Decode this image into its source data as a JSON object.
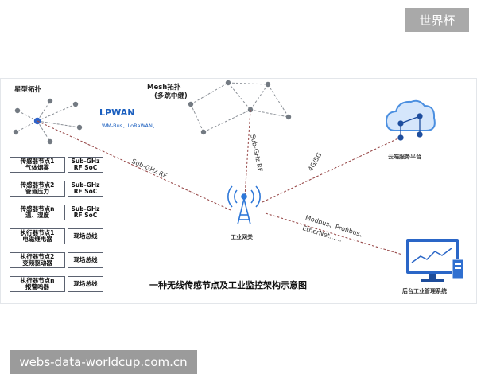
{
  "watermarks": {
    "top_right": "世界杯",
    "bottom_left": "webs-data-worldcup.com.cn"
  },
  "diagram": {
    "star_topology": "星型拓扑",
    "mesh_topology": {
      "title": "Mesh拓扑",
      "subtitle": "(多跳中继)"
    },
    "lpwan": {
      "title": "LPWAN",
      "subtitle": "WM-Bus、LoRaWAN、……"
    },
    "cloud_label": "云端服务平台",
    "gateway_label": "工业网关",
    "backend_label": "后台工业管理系统",
    "caption": "一种无线传感节点及工业监控架构示意图",
    "links": {
      "star_to_gateway": "Sub-GHz  RF",
      "mesh_to_gateway": "Sub-GHz  RF",
      "gateway_to_cloud": "4G/5G",
      "gateway_to_backend_line1": "Modbus、Profibus、",
      "gateway_to_backend_line2": "EtherNet……"
    },
    "nodes": [
      {
        "name_line1": "传感器节点1",
        "name_line2": "气体烟雾",
        "type_line1": "Sub-GHz",
        "type_line2": "RF SoC"
      },
      {
        "name_line1": "传感器节点2",
        "name_line2": "管道压力",
        "type_line1": "Sub-GHz",
        "type_line2": "RF SoC"
      },
      {
        "name_line1": "传感器节点n",
        "name_line2": "温、湿度",
        "type_line1": "Sub-GHz",
        "type_line2": "RF SoC"
      },
      {
        "name_line1": "执行器节点1",
        "name_line2": "电磁继电器",
        "type_line1": "现场总线",
        "type_line2": ""
      },
      {
        "name_line1": "执行器节点2",
        "name_line2": "变频驱动器",
        "type_line1": "现场总线",
        "type_line2": ""
      },
      {
        "name_line1": "执行器节点n",
        "name_line2": "报警鸣器",
        "type_line1": "现场总线",
        "type_line2": ""
      }
    ]
  }
}
